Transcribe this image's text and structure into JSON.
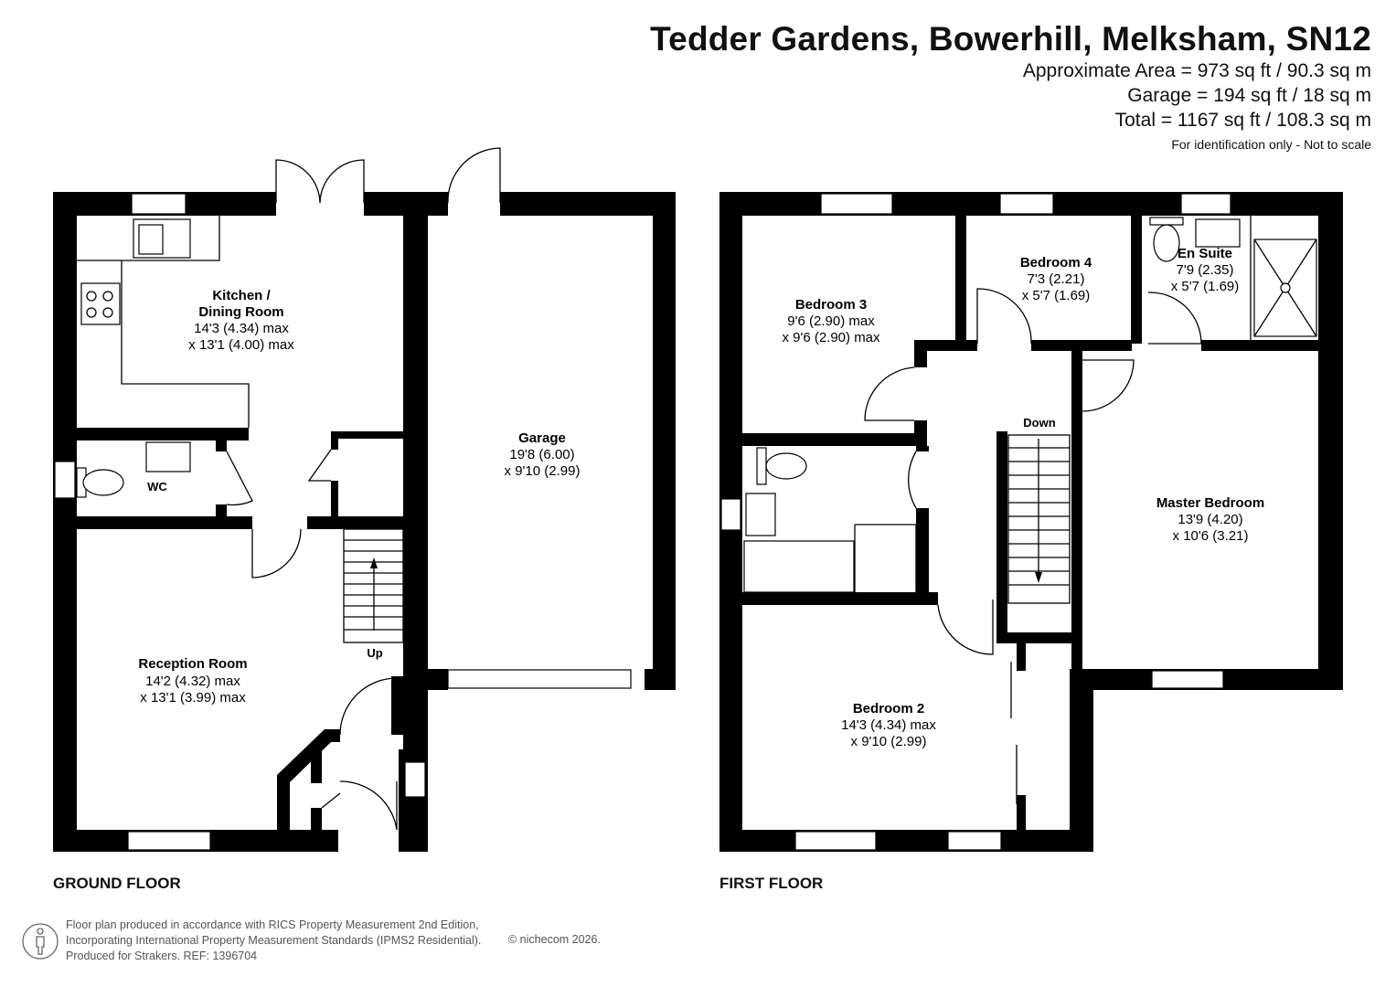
{
  "header": {
    "title": "Tedder Gardens, Bowerhill, Melksham, SN12",
    "approx_area": "Approximate Area = 973 sq ft / 90.3 sq m",
    "garage_area": "Garage = 194 sq ft / 18 sq m",
    "total_area": "Total = 1167 sq ft / 108.3 sq m",
    "note": "For identification only - Not to scale"
  },
  "ground_floor": {
    "label": "GROUND FLOOR",
    "rooms": {
      "kitchen": {
        "name1": "Kitchen /",
        "name2": "Dining Room",
        "dim1": "14'3 (4.34) max",
        "dim2": "x 13'1 (4.00) max"
      },
      "wc": {
        "name": "WC"
      },
      "garage": {
        "name": "Garage",
        "dim1": "19'8 (6.00)",
        "dim2": "x 9'10 (2.99)"
      },
      "reception": {
        "name": "Reception Room",
        "dim1": "14'2 (4.32) max",
        "dim2": "x 13'1 (3.99) max"
      }
    },
    "stairs_label": "Up"
  },
  "first_floor": {
    "label": "FIRST FLOOR",
    "rooms": {
      "bedroom3": {
        "name": "Bedroom 3",
        "dim1": "9'6 (2.90) max",
        "dim2": "x 9'6 (2.90) max"
      },
      "bedroom4": {
        "name": "Bedroom 4",
        "dim1": "7'3 (2.21)",
        "dim2": "x 5'7 (1.69)"
      },
      "ensuite": {
        "name": "En Suite",
        "dim1": "7'9 (2.35)",
        "dim2": "x 5'7 (1.69)"
      },
      "master": {
        "name": "Master Bedroom",
        "dim1": "13'9 (4.20)",
        "dim2": "x 10'6 (3.21)"
      },
      "bedroom2": {
        "name": "Bedroom 2",
        "dim1": "14'3 (4.34) max",
        "dim2": "x 9'10 (2.99)"
      }
    },
    "stairs_label": "Down"
  },
  "footer": {
    "line1": "Floor plan produced in accordance with RICS Property Measurement 2nd Edition,",
    "line2": "Incorporating International Property Measurement Standards (IPMS2 Residential).",
    "line3": "Produced for Strakers.   REF: 1396704",
    "copyright": "© nichecom 2026."
  }
}
